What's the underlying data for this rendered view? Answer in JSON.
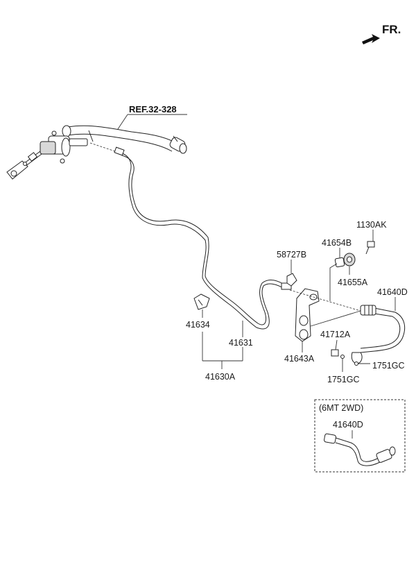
{
  "direction": {
    "label": "FR.",
    "icon": "forward-arrow-icon"
  },
  "reference": "REF.32-328",
  "parts": {
    "clip_58727B": "58727B",
    "cover_41654B": "41654B",
    "bolt_1130AK": "1130AK",
    "grommet_41655A": "41655A",
    "hose_41640D": "41640D",
    "clip_41634": "41634",
    "tube_41631": "41631",
    "bracket_41643A": "41643A",
    "bolt_41712A": "41712A",
    "clip_1751GC_right": "1751GC",
    "clip_1751GC_bottom": "1751GC",
    "assembly_41630A": "41630A"
  },
  "variant": {
    "title": "(6MT 2WD)",
    "part": "41640D"
  }
}
